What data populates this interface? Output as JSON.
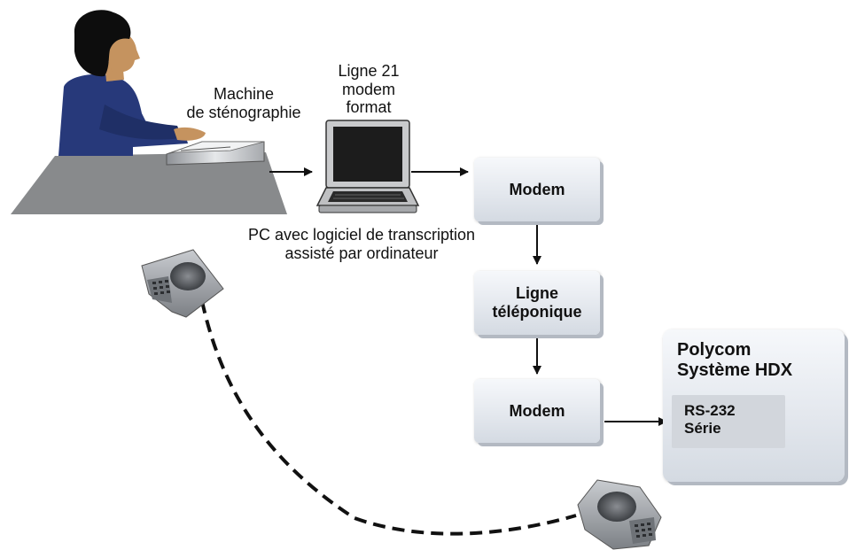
{
  "labels": {
    "stenography_machine": "Machine\nde sténographie",
    "line21_modem_format": "Ligne 21\nmodem\nformat",
    "pc_caption": "PC avec logiciel de transcription\nassisté par ordinateur"
  },
  "boxes": {
    "modem_top": "Modem",
    "phone_line": "Ligne\ntéléponique",
    "modem_bottom": "Modem",
    "hdx_title": "Polycom\nSystème HDX",
    "rs232": "RS-232\nSérie"
  },
  "colors": {
    "table_top": "#888a8c",
    "jacket": "#27397a",
    "skin": "#c5935f",
    "hair": "#0d0d0d",
    "box_shadow": "#b3b9c2",
    "rs232_fill": "#d2d6dc",
    "laptop_body": "#c9cacc",
    "laptop_screen": "#1c1c1c",
    "phone_body": "#9fa2a6"
  }
}
